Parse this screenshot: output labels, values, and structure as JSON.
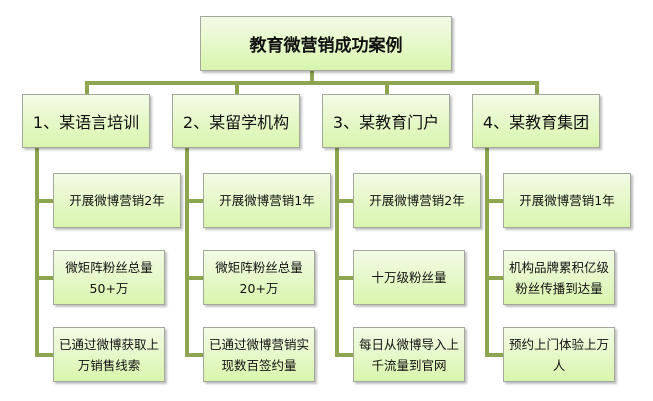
{
  "title": "教育微营销成功案例",
  "branches": [
    {
      "label": "1、某语言培训",
      "items": [
        "开展微博营销2年",
        "微矩阵粉丝总量50+万",
        "已通过微博获取上万销售线索"
      ]
    },
    {
      "label": "2、某留学机构",
      "items": [
        "开展微博营销1年",
        "微矩阵粉丝总量20+万",
        "已通过微博营销实现数百签约量"
      ]
    },
    {
      "label": "3、某教育门户",
      "items": [
        "开展微博营销2年",
        "十万级粉丝量",
        "每日从微博导入上千流量到官网"
      ]
    },
    {
      "label": "4、某教育集团",
      "items": [
        "开展微博营销1年",
        "机构品牌累积亿级粉丝传播到达量",
        "预约上门体验上万人"
      ]
    }
  ],
  "colors": {
    "line": "#8da54e",
    "box_top": "#f3fbe6",
    "box_bottom": "#d9f5ad"
  }
}
